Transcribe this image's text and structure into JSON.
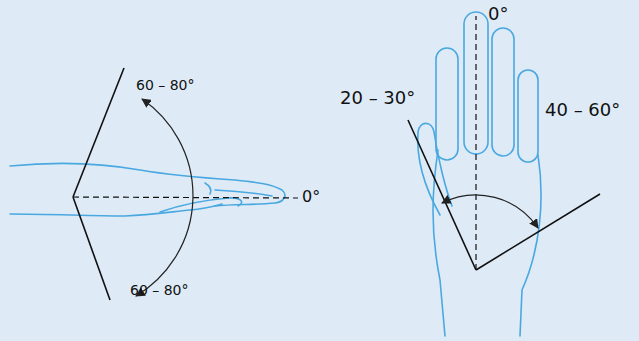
{
  "diagram": {
    "labels": [
      "60 – 80°",
      "60 – 80°",
      "0°",
      "0°",
      "20 – 30°",
      "40 – 60°"
    ]
  }
}
